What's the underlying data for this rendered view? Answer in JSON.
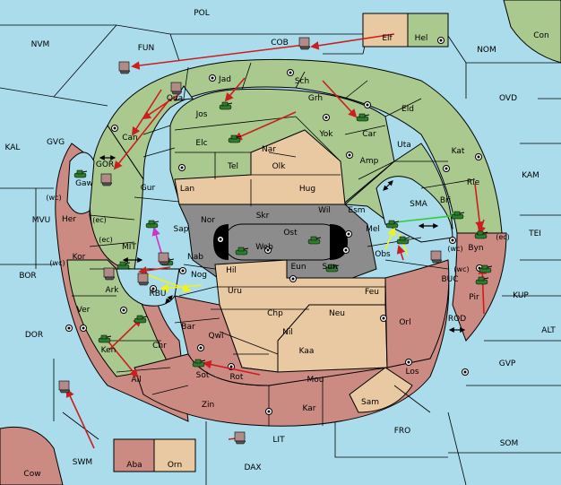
{
  "map": {
    "colors": {
      "sea": "#aadcec",
      "green": "#a9c98f",
      "tan": "#e9c9a1",
      "red": "#cc8b82",
      "gray": "#8c8c8c",
      "border": "#000000",
      "arrow": "#cc1e1e",
      "yellow_arrow": "#f2f21a",
      "green_arrow": "#33cc33",
      "magenta_arrow": "#cc33cc"
    },
    "sea_labels": [
      "POL",
      "NVM",
      "FUN",
      "COB",
      "NOM",
      "Con",
      "OVD",
      "KAL",
      "GVG",
      "KAM",
      "MVU",
      "TEI",
      "BOR",
      "DOR",
      "ALT",
      "KUP",
      "GVP",
      "FRO",
      "SOM",
      "LIT",
      "SWM",
      "DAX",
      "MIT",
      "RBU",
      "GOR",
      "SMA",
      "BUC",
      "ROD",
      "(wc)",
      "(ec)"
    ],
    "land_labels": [
      "Elf",
      "Hel",
      "Jad",
      "Sch",
      "Qua",
      "Jos",
      "Grh",
      "Car",
      "Eld",
      "Can",
      "Elc",
      "Yok",
      "Nar",
      "Uta",
      "Kat",
      "Gaw",
      "Amp",
      "Tel",
      "Olk",
      "Gur",
      "Lan",
      "Hug",
      "Rie",
      "Wil",
      "Esm",
      "Bri",
      "Her",
      "Nor",
      "Skr",
      "Ost",
      "Mel",
      "Byn",
      "Sap",
      "Web",
      "Kor",
      "Obs",
      "Nab",
      "Eun",
      "Sun",
      "Ark",
      "Nog",
      "Hil",
      "Pir",
      "Uru",
      "Feu",
      "Ver",
      "Chp",
      "Neu",
      "Bar",
      "Qwi",
      "Orl",
      "Ken",
      "Nil",
      "Chr",
      "Kaa",
      "Los",
      "Ail",
      "Sot",
      "Rot",
      "Mou",
      "Sam",
      "Zin",
      "Kar",
      "Aba",
      "Orn",
      "Cow"
    ],
    "supply_center_icon": "supply-center-icon",
    "army_icon": "army-tank-icon",
    "fleet_icon": "fleet-ship-icon",
    "move_arrow_icon": "move-arrow"
  }
}
